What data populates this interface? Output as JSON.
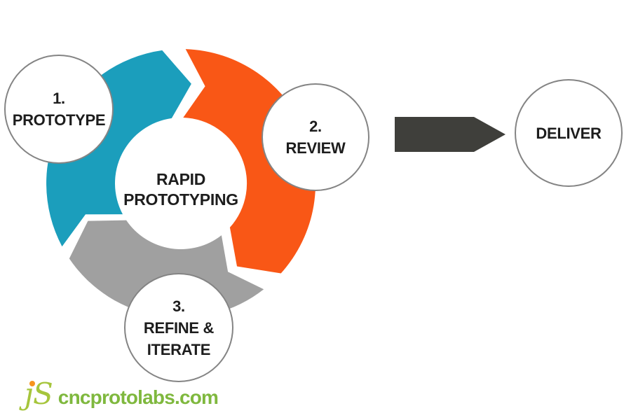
{
  "diagram": {
    "center_label": {
      "line1": "RAPID",
      "line2": "PROTOTYPING"
    },
    "steps": [
      {
        "lines": [
          "1.",
          "PROTOTYPE"
        ]
      },
      {
        "lines": [
          "2.",
          "REVIEW"
        ]
      },
      {
        "lines": [
          "3.",
          "REFINE &",
          "ITERATE"
        ]
      }
    ],
    "deliver": {
      "label": "DELIVER"
    },
    "colors": {
      "step1_arc": "#1b9ebc",
      "step2_arc": "#f95716",
      "step3_arc": "#a0a0a0",
      "deliver_arrow": "#3f3f3b",
      "node_border": "#848484",
      "text": "#1d1d1d"
    }
  },
  "footer_logo": {
    "monogram": "ȷS",
    "domain": "cncprotolabs.com",
    "colors": {
      "monogram": "#a6c53c",
      "dot": "#f7931e",
      "domain": "#7fb83e"
    }
  }
}
